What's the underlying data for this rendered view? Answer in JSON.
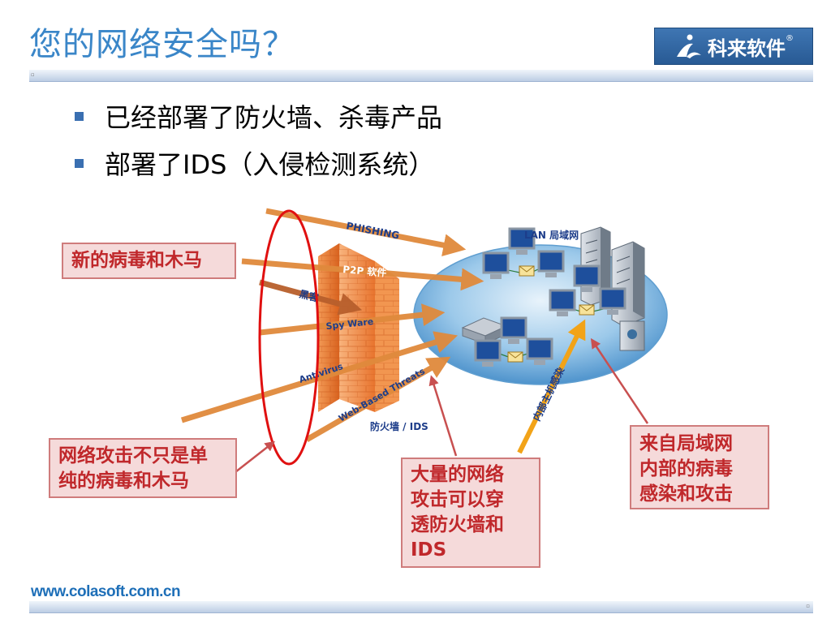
{
  "title": "您的网络安全吗？",
  "logo": {
    "text": "科来软件",
    "registered": "®"
  },
  "bullets": [
    "已经部署了防火墙、杀毒产品",
    "部署了IDS（入侵检测系统）"
  ],
  "diagram": {
    "threats": [
      "PHISHING",
      "P2P 软件",
      "黑客",
      "Spy Ware",
      "Antivirus",
      "Web-Based Threats"
    ],
    "lan_label": "LAN 局域网",
    "firewall_label": "防火墙 / IDS",
    "internal_label": "内部主机感染"
  },
  "callouts": {
    "c1": [
      "新的病毒和木马"
    ],
    "c2": [
      "网络攻击不只是单",
      "纯的病毒和木马"
    ],
    "c3": [
      "大量的网络",
      "攻击可以穿",
      "透防火墙和",
      "IDS"
    ],
    "c4": [
      "来自局域网",
      "内部的病毒",
      "感染和攻击"
    ]
  },
  "footer": "www.colasoft.com.cn",
  "colors": {
    "title": "#3a86c8",
    "callout_text": "#c0282b",
    "callout_bg": "#f5dada",
    "threat_arrow": "#e08a3c",
    "red_ellipse": "#e01010"
  }
}
